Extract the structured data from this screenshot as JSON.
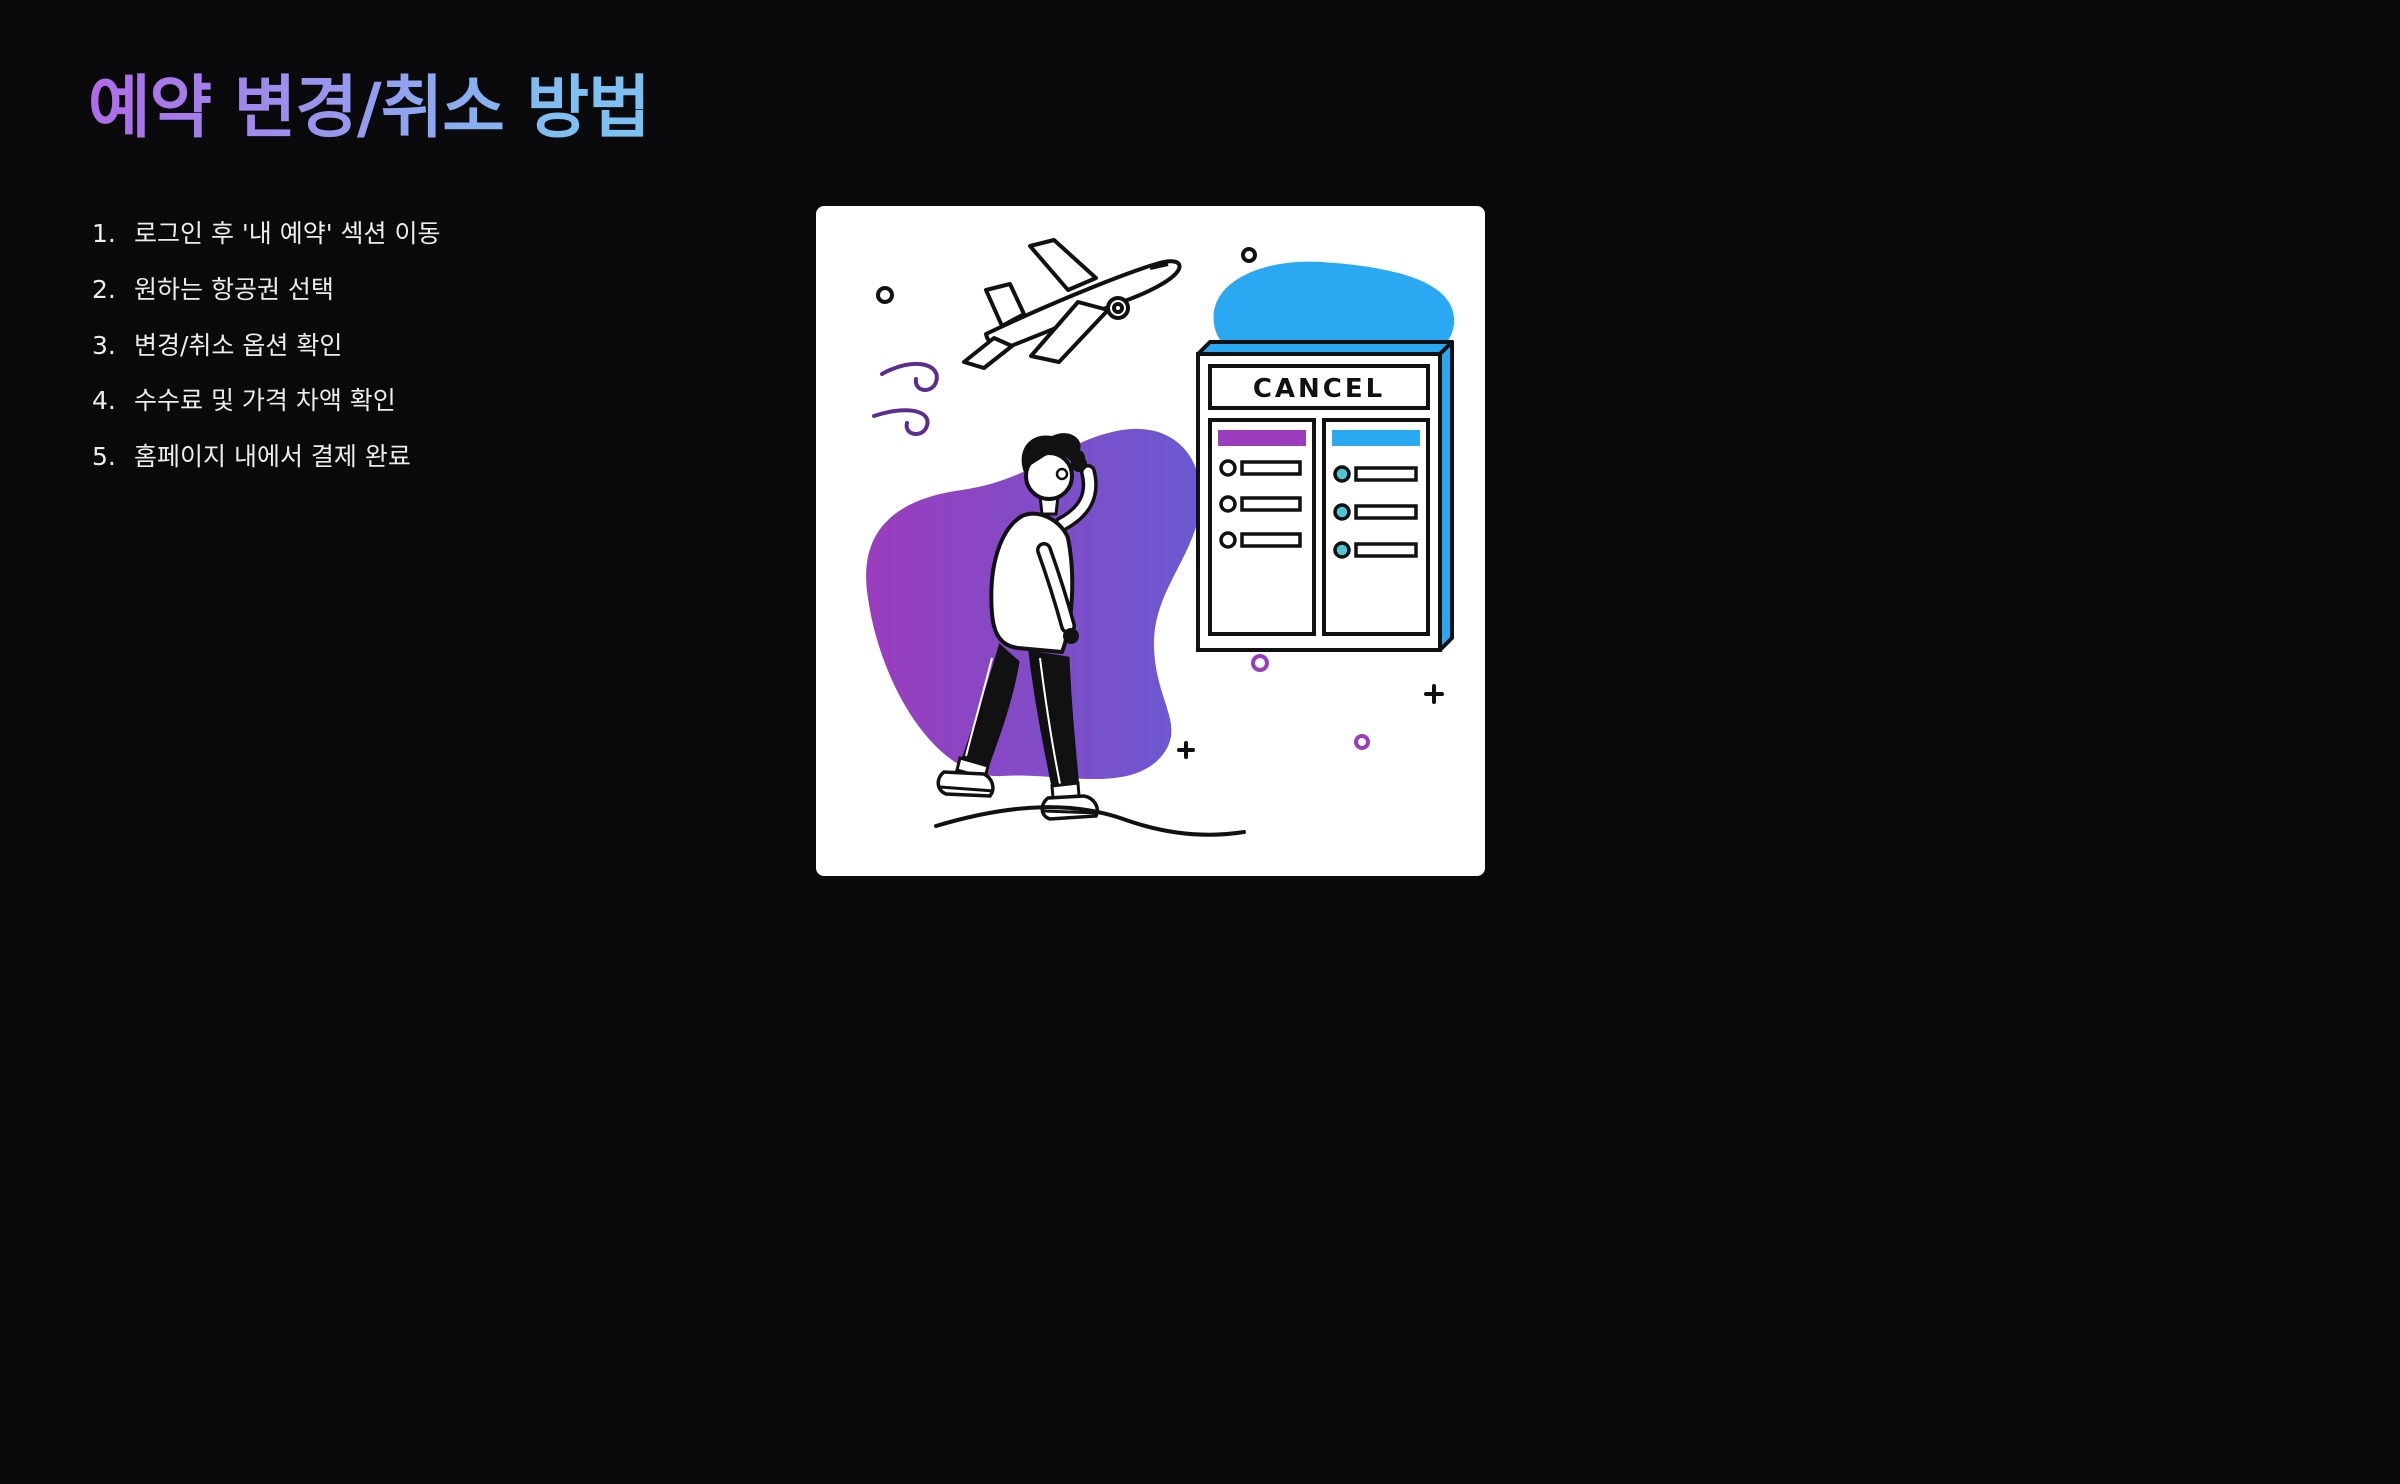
{
  "title": "예약 변경/취소 방법",
  "steps": [
    {
      "num": "1.",
      "text": "로그인 후 '내 예약' 섹션 이동"
    },
    {
      "num": "2.",
      "text": "원하는 항공권 선택"
    },
    {
      "num": "3.",
      "text": "변경/취소 옵션 확인"
    },
    {
      "num": "4.",
      "text": "수수료 및 가격 차액 확인"
    },
    {
      "num": "5.",
      "text": "홈페이지 내에서 결제 완료"
    }
  ],
  "illustration": {
    "board_label": "CANCEL"
  },
  "colors": {
    "background": "#0a0a0c",
    "card_bg": "#ffffff",
    "accent_blue": "#2aa9f2",
    "accent_purple": "#9a3dbd",
    "accent_violet": "#6a5ad1",
    "teal": "#4fc3d8",
    "ink": "#111111",
    "title_gradient_start": "#b06be9",
    "title_gradient_end": "#7fc0f2",
    "text": "#ececef"
  }
}
